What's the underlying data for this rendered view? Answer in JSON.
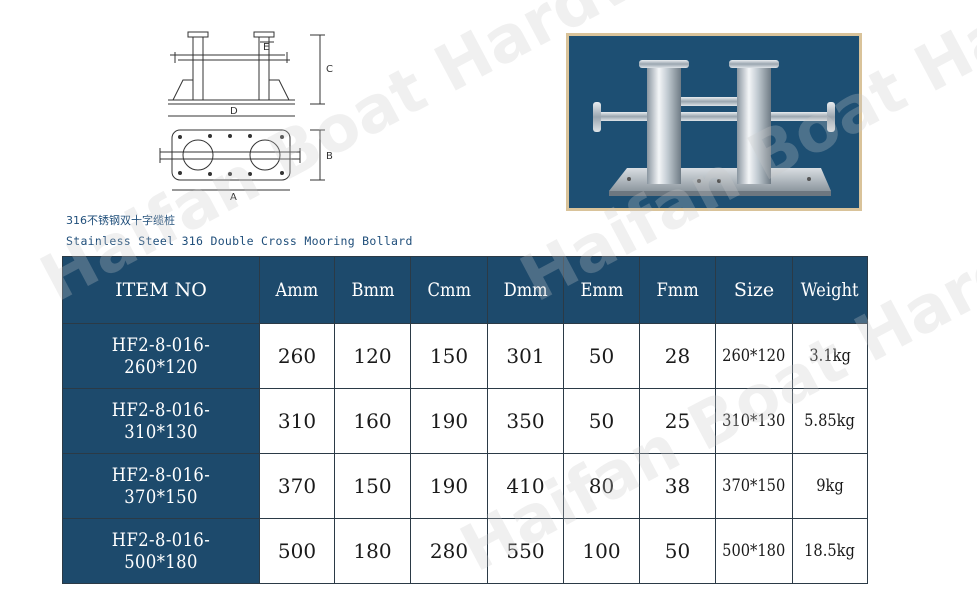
{
  "heading": {
    "title_cn": "316不锈钢双十字缆桩",
    "title_en": "Stainless Steel 316 Double Cross Mooring Bollard"
  },
  "drawing": {
    "dim_labels": [
      "E",
      "C",
      "D",
      "B",
      "A"
    ]
  },
  "watermark": {
    "text": "Haifan Boat Hardware"
  },
  "table": {
    "headers": [
      "ITEM NO",
      "Amm",
      "Bmm",
      "Cmm",
      "Dmm",
      "Emm",
      "Fmm",
      "Size",
      "Weight"
    ],
    "rows": [
      [
        "HF2-8-016-260*120",
        "260",
        "120",
        "150",
        "301",
        "50",
        "28",
        "260*120",
        "3.1kg"
      ],
      [
        "HF2-8-016-310*130",
        "310",
        "160",
        "190",
        "350",
        "50",
        "25",
        "310*130",
        "5.85kg"
      ],
      [
        "HF2-8-016-370*150",
        "370",
        "150",
        "190",
        "410",
        "80",
        "38",
        "370*150",
        "9kg"
      ],
      [
        "HF2-8-016-500*180",
        "500",
        "180",
        "280",
        "550",
        "100",
        "50",
        "500*180",
        "18.5kg"
      ]
    ]
  },
  "colors": {
    "header_bg": "#1d4a6c",
    "title_text": "#1f4e7a",
    "photo_bg": "#1d4f73",
    "photo_frame": "#d9c39a"
  }
}
